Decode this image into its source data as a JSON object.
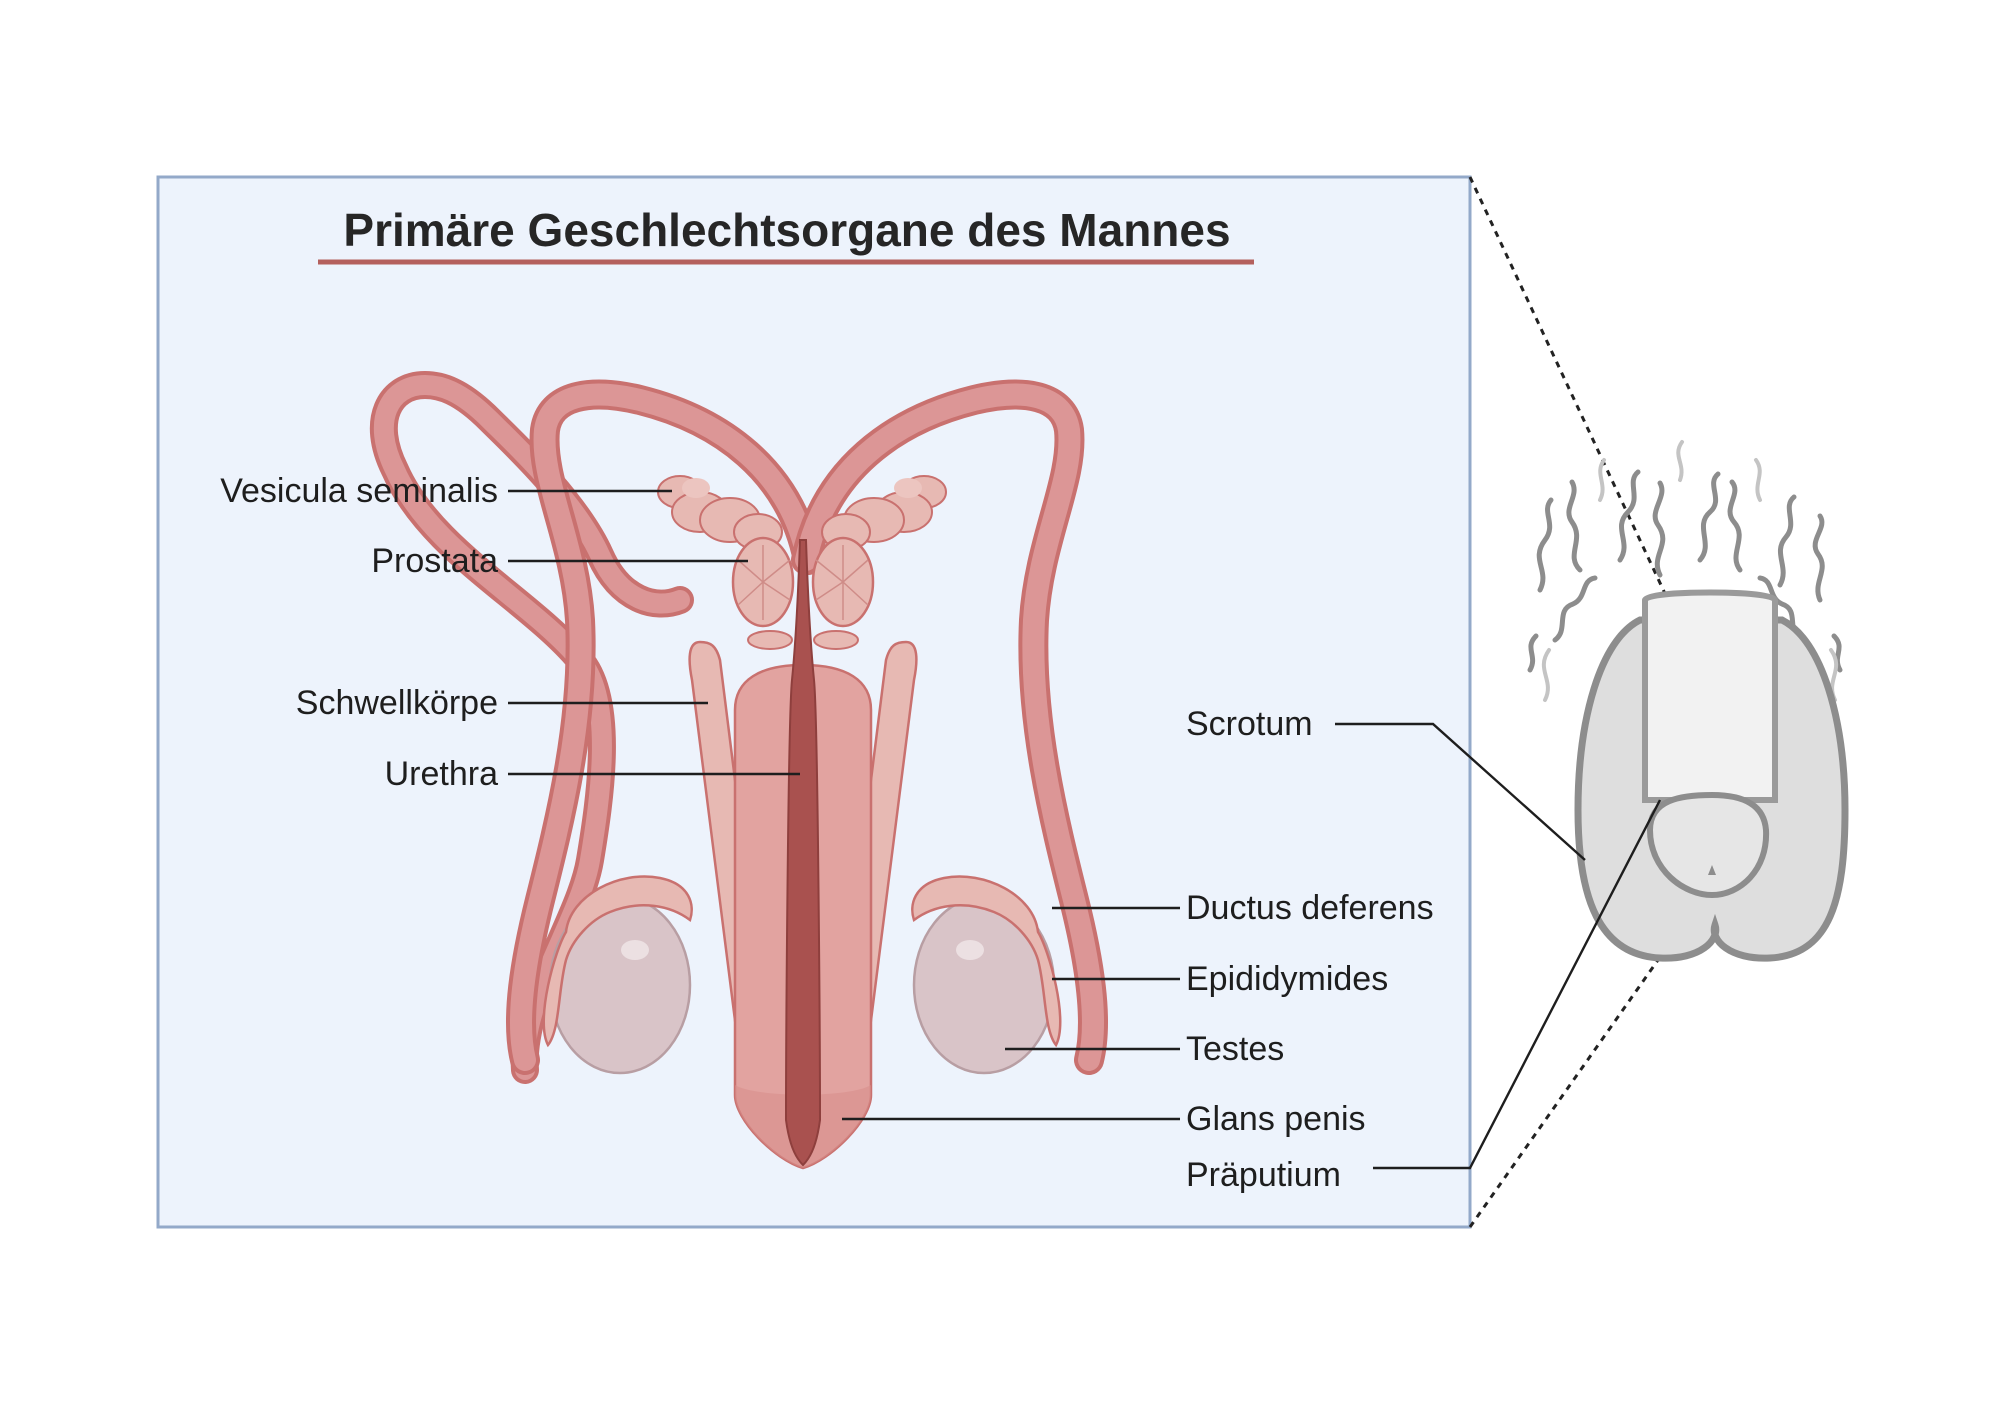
{
  "title": "Primäre Geschlechtsorgane des Mannes",
  "labels": {
    "vesicula_seminalis": "Vesicula seminalis",
    "prostata": "Prostata",
    "schwellkoerper": "Schwellkörpe",
    "urethra": "Urethra",
    "scrotum": "Scrotum",
    "ductus_deferens": "Ductus deferens",
    "epididymides": "Epididymides",
    "testes": "Testes",
    "glans_penis": "Glans penis",
    "praeputium": "Präputium"
  },
  "colors": {
    "panel_fill": "#edf3fc",
    "panel_border": "#93a9c9",
    "title_underline": "#b4605d",
    "tissue": "#dc9696",
    "tissue_dark": "#c9716f",
    "tissue_light": "#e7b9b3",
    "urethra": "#a9514f",
    "testis": "#d9c4c8",
    "external_grey": "#8d8d8d"
  }
}
